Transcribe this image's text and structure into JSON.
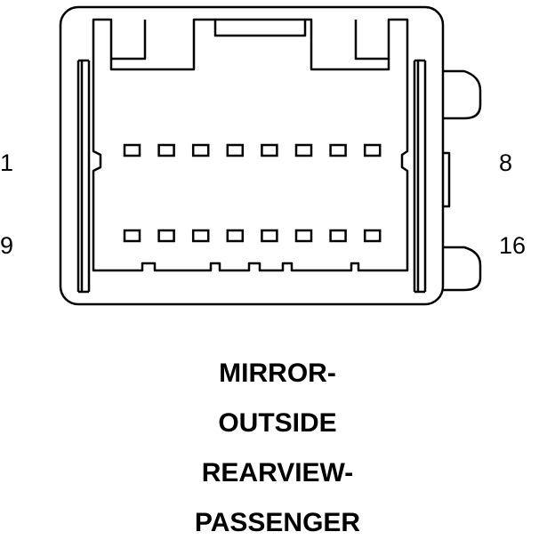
{
  "connector": {
    "pin_labels": {
      "top_left": "1",
      "top_right": "8",
      "bottom_left": "9",
      "bottom_right": "16"
    },
    "rows": 2,
    "pins_per_row": 8,
    "stroke_color": "#000000",
    "background_color": "#ffffff"
  },
  "caption": {
    "lines": [
      "MIRROR-",
      "OUTSIDE",
      "REARVIEW-",
      "PASSENGER"
    ]
  }
}
